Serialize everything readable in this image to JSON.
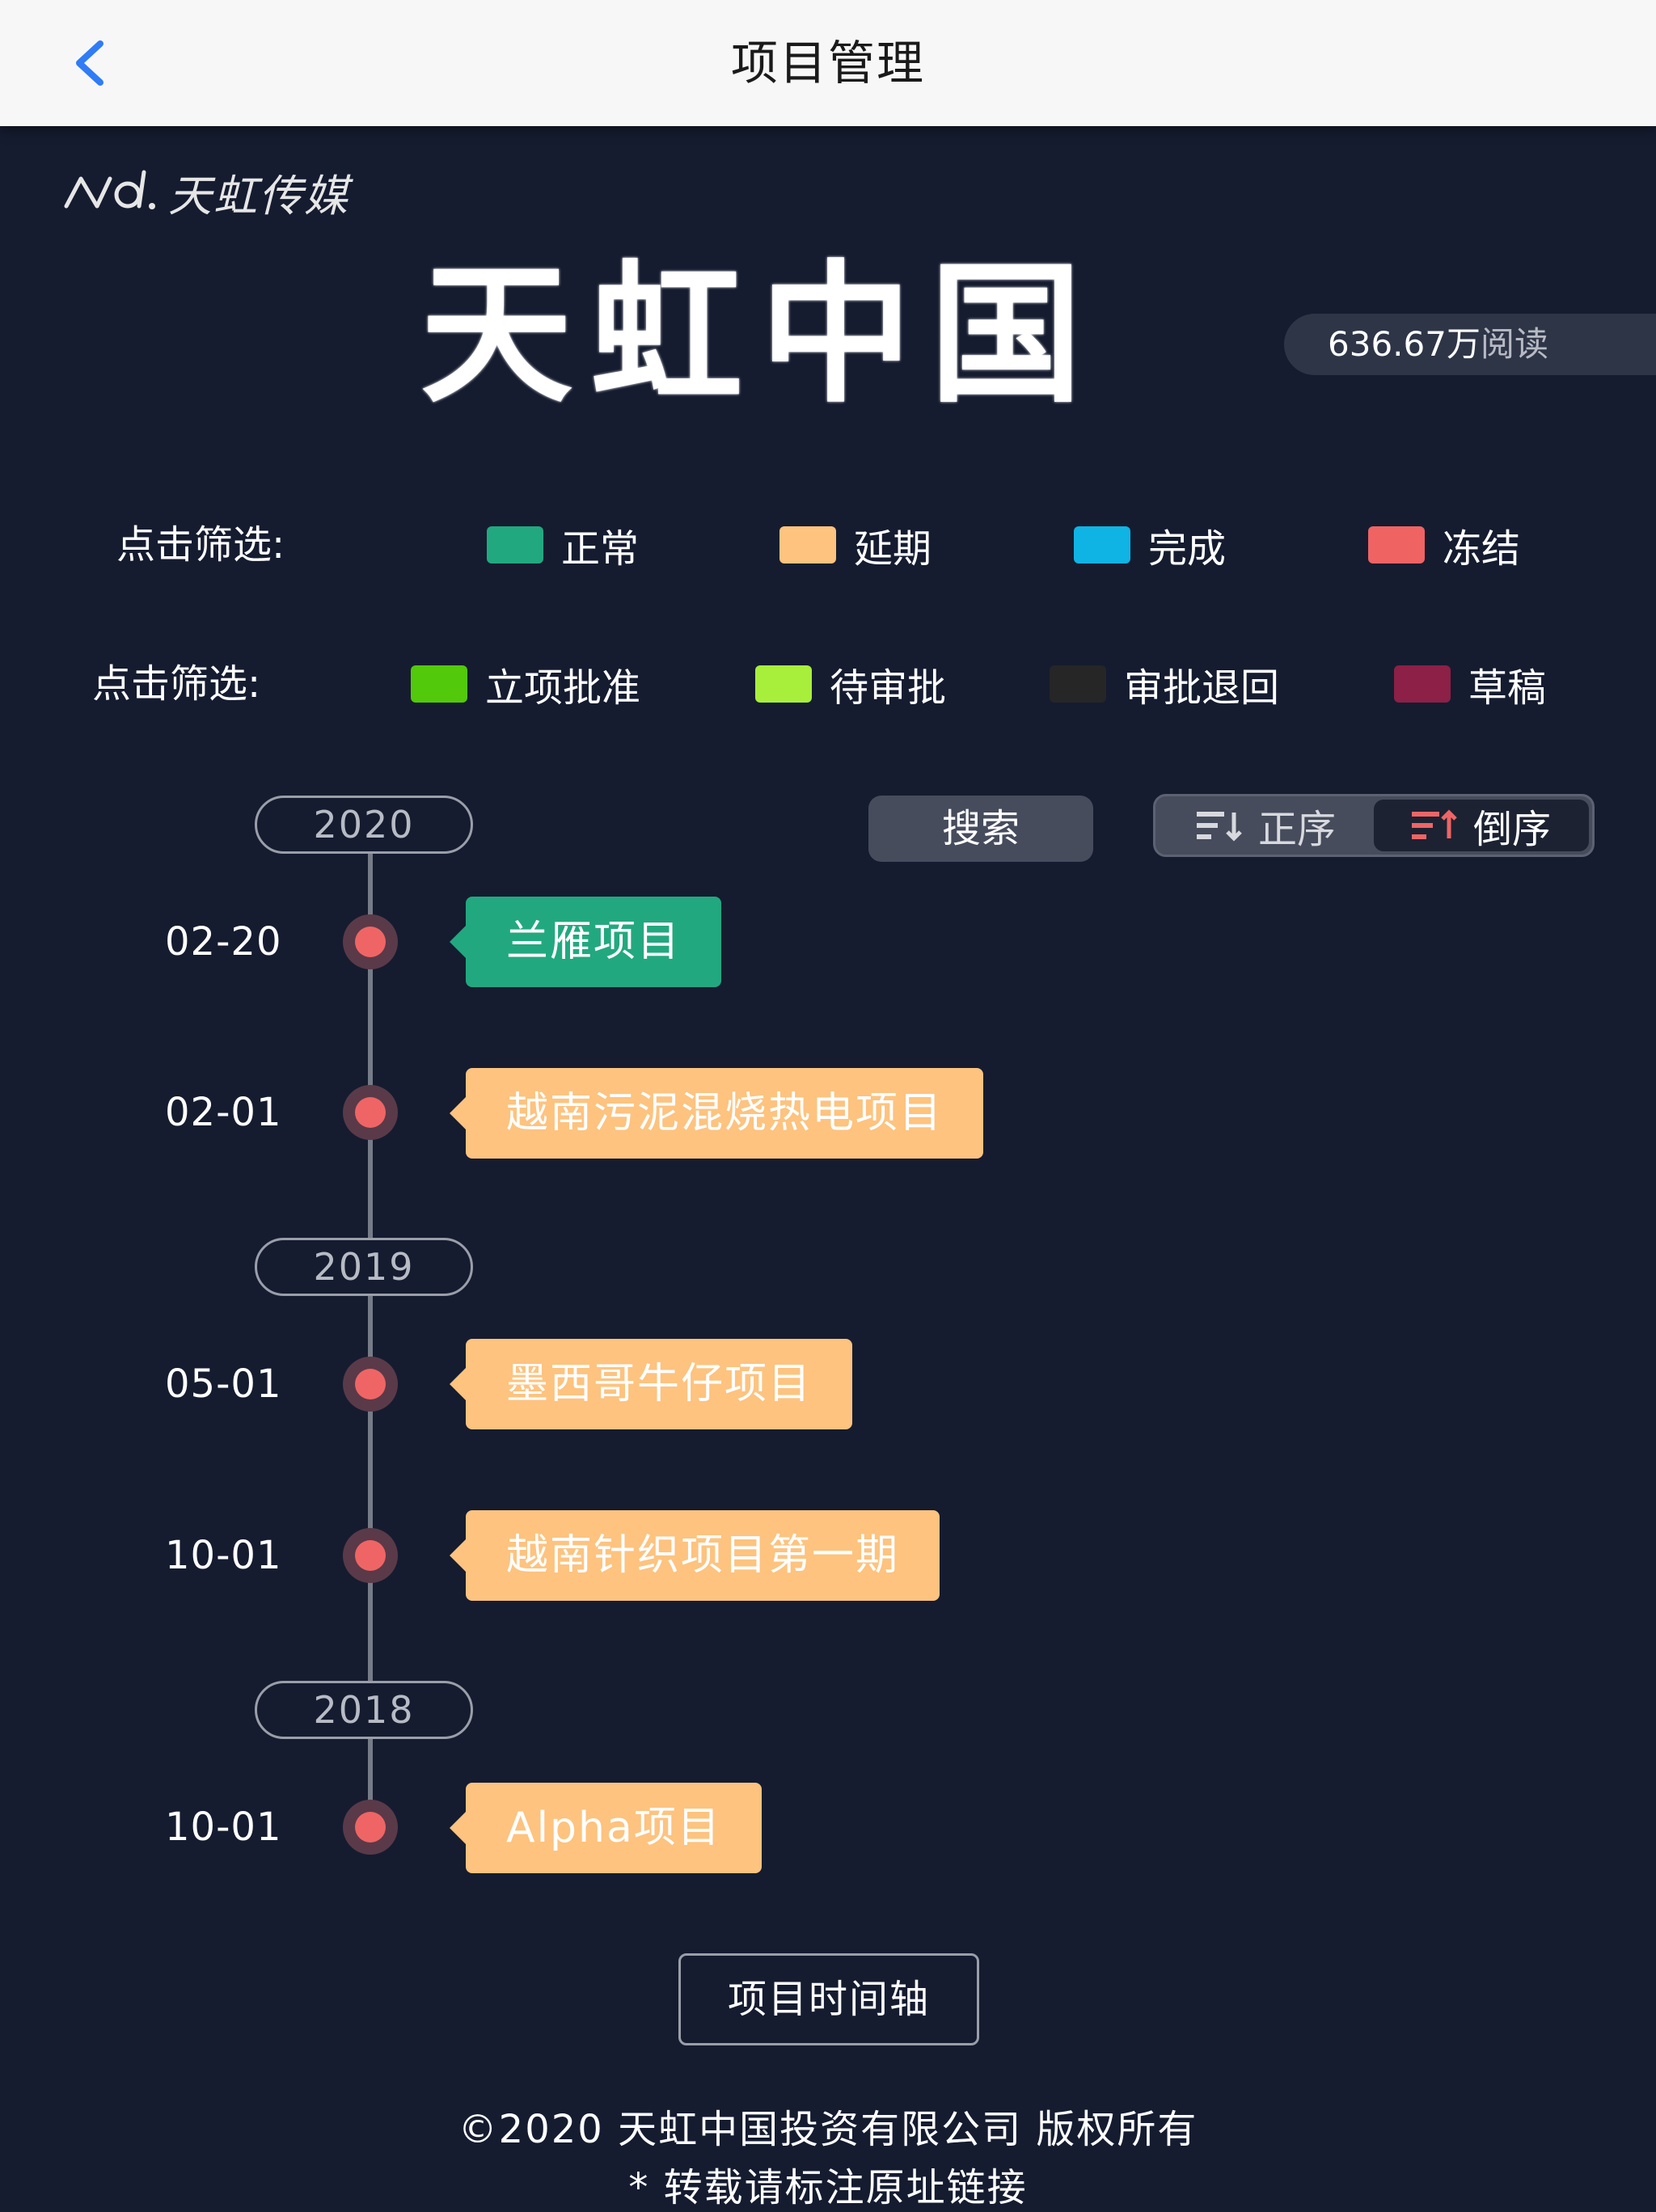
{
  "header": {
    "title": "项目管理"
  },
  "brand": {
    "logo_text": "天虹传媒"
  },
  "hero": {
    "title": "天虹中国",
    "views_value": "636.67万",
    "views_unit": "阅读"
  },
  "status_filter": {
    "label": "点击筛选:",
    "items": [
      {
        "label": "正常",
        "color": "#22a87f"
      },
      {
        "label": "延期",
        "color": "#fdc37f"
      },
      {
        "label": "完成",
        "color": "#0fb4e4"
      },
      {
        "label": "冻结",
        "color": "#ef6363"
      }
    ]
  },
  "approval_filter": {
    "label": "点击筛选:",
    "items": [
      {
        "label": "立项批准",
        "color": "#52c90b"
      },
      {
        "label": "待审批",
        "color": "#a7ef3b"
      },
      {
        "label": "审批退回",
        "color": "#262626"
      },
      {
        "label": "草稿",
        "color": "#8c2046"
      }
    ]
  },
  "controls": {
    "search_label": "搜索",
    "sort_asc_label": "正序",
    "sort_desc_label": "倒序",
    "active_sort": "desc"
  },
  "timeline": {
    "years": [
      {
        "year": "2020",
        "projects": [
          {
            "date": "02-20",
            "name": "兰雁项目",
            "status": "正常",
            "color": "#22a87f"
          },
          {
            "date": "02-01",
            "name": "越南污泥混烧热电项目",
            "status": "延期",
            "color": "#fdc37f"
          }
        ]
      },
      {
        "year": "2019",
        "projects": [
          {
            "date": "05-01",
            "name": "墨西哥牛仔项目",
            "status": "延期",
            "color": "#fdc37f"
          },
          {
            "date": "10-01",
            "name": "越南针织项目第一期",
            "status": "延期",
            "color": "#fdc37f"
          }
        ]
      },
      {
        "year": "2018",
        "projects": [
          {
            "date": "10-01",
            "name": "Alpha项目",
            "status": "延期",
            "color": "#fdc37f"
          }
        ]
      }
    ],
    "tag_label": "项目时间轴"
  },
  "footer": {
    "copyright": "©2020 天虹中国投资有限公司 版权所有",
    "notice": "* 转载请标注原址链接"
  }
}
